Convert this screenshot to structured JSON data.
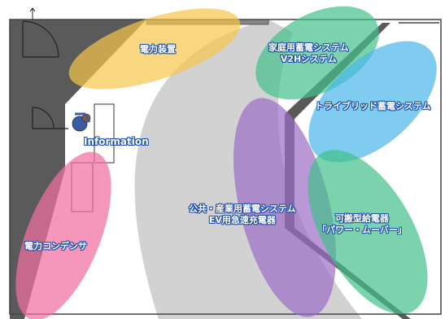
{
  "zones": {
    "power_device": {
      "label": "電力装置",
      "color": "#f5c64a"
    },
    "home_storage": {
      "line1": "家庭用蓄電システム",
      "line2": "V2Hシステム",
      "color": "#42c08a"
    },
    "hybrid_storage": {
      "label": "トライブリッド蓄電システム",
      "color": "#4ab6ea"
    },
    "public_storage": {
      "line1": "公共・産業用蓄電システム",
      "line2": "EV用急速充電器",
      "color": "#9a6cc4"
    },
    "portable_charger": {
      "line1": "可搬型給電器",
      "line2": "「パワー・ムーバー」",
      "color": "#42c08a"
    },
    "capacitor": {
      "label": "電力コンデンサ",
      "color": "#f06fa0"
    }
  },
  "information": {
    "label": "Information"
  },
  "colors": {
    "wall": "#5a5a5a",
    "floor_shadow": "#d0d0d0",
    "outline": "#444444",
    "label_outline": "#1d4fb0"
  }
}
